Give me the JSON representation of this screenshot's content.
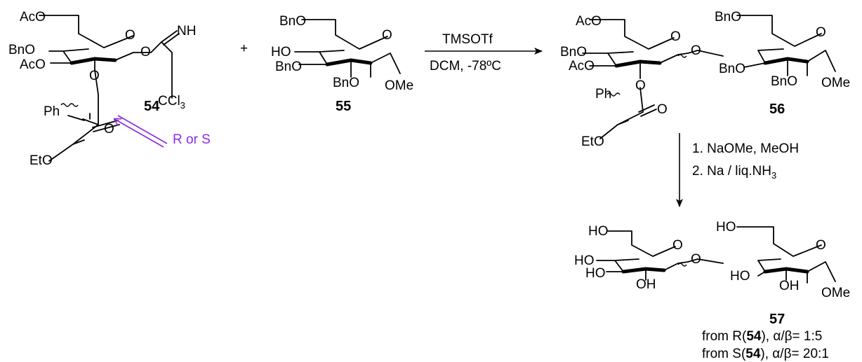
{
  "colors": {
    "ink": "#000000",
    "annotation": "#8b2be2"
  },
  "compounds": {
    "c54": {
      "number": "54",
      "labels": {
        "aco_top": "AcO",
        "bno": "BnO",
        "aco": "AcO",
        "ring_o": "O",
        "o_anom": "O",
        "nh": "NH",
        "ccl": "CCl",
        "ccl_sub": "3",
        "o_link": "O",
        "ph": "Ph",
        "o_carbonyl": "O",
        "eto": "EtO"
      },
      "annotation": "R or S"
    },
    "c55": {
      "number": "55",
      "labels": {
        "bno_top": "BnO",
        "ho": "HO",
        "bno_left": "BnO",
        "ring_o": "O",
        "bno_bottom": "BnO",
        "ome": "OMe"
      }
    },
    "c56": {
      "number": "56",
      "labels": {
        "aco_top": "AcO",
        "bno": "BnO",
        "aco": "AcO",
        "ring_o1": "O",
        "o_glyco": "O",
        "o_link": "O",
        "ph": "Ph",
        "o_carbonyl": "O",
        "eto": "EtO",
        "bno_top2": "BnO",
        "ring_o2": "O",
        "bno_mid": "BnO",
        "bno_bottom": "BnO",
        "ome": "OMe"
      }
    },
    "c57": {
      "number": "57",
      "labels": {
        "ho_top1": "HO",
        "ho_1": "HO",
        "ho_2": "HO",
        "ring_o1": "O",
        "oh_bottom": "OH",
        "o_glyco": "O",
        "ho_top2": "HO",
        "ho_mid": "HO",
        "ring_o2": "O",
        "oh_bottom2": "OH",
        "ome": "OMe"
      }
    }
  },
  "plus": "+",
  "reaction1": {
    "reagent": "TMSOTf",
    "conditions": "DCM, -78ºC"
  },
  "reaction2": {
    "step1": "1. NaOMe, MeOH",
    "step2_prefix": "2. Na / liq.NH",
    "step2_sub": "3"
  },
  "selectivity": [
    {
      "prefix": "from R(",
      "compound": "54",
      "suffix": "), α/β= 1:5"
    },
    {
      "prefix": "from S(",
      "compound": "54",
      "suffix": "), α/β= 20:1"
    }
  ]
}
